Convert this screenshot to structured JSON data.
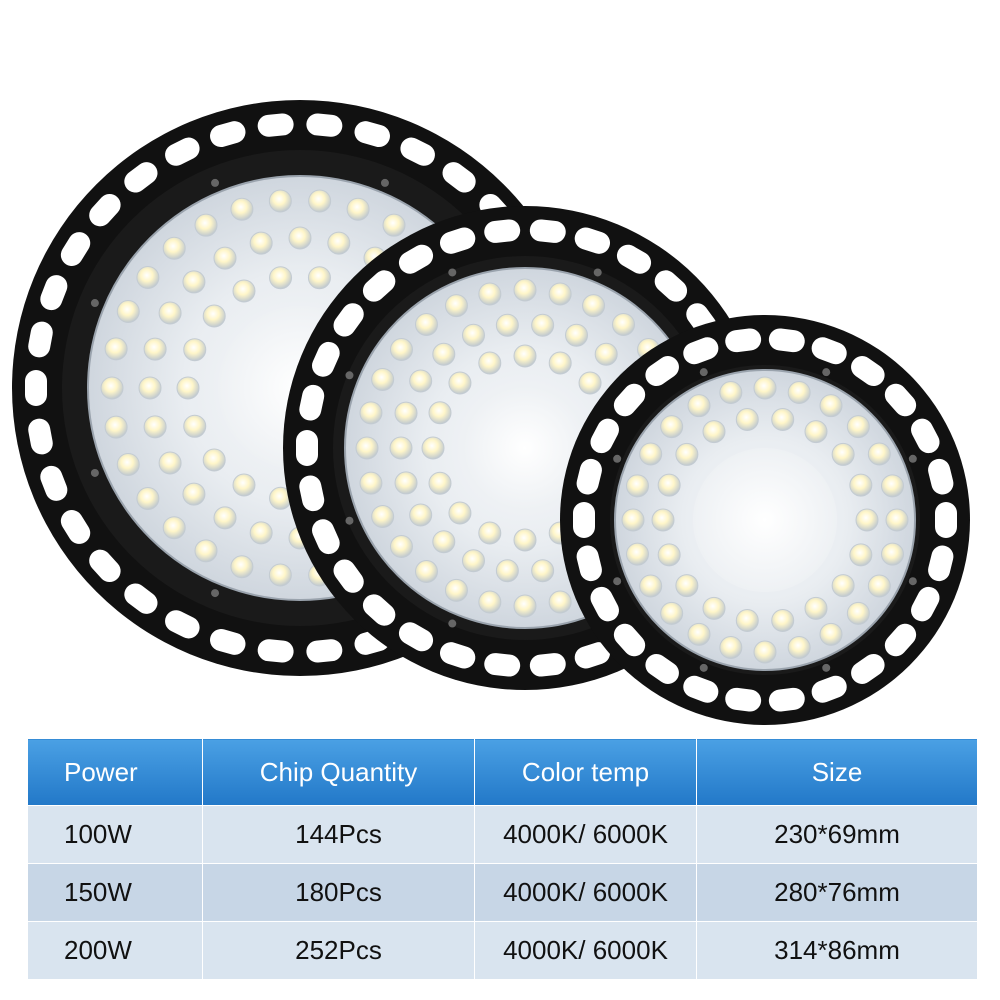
{
  "spec_table": {
    "headers": [
      "Power",
      "Chip Quantity",
      "Color temp",
      "Size"
    ],
    "rows": [
      [
        "100W",
        "144Pcs",
        "4000K/ 6000K",
        "230*69mm"
      ],
      [
        "150W",
        "180Pcs",
        "4000K/ 6000K",
        "280*76mm"
      ],
      [
        "200W",
        "252Pcs",
        "4000K/ 6000K",
        "314*86mm"
      ]
    ]
  },
  "products": [
    {
      "name": "large-ufo-high-bay-light",
      "ring_color": "#111111",
      "lens_color": "#eef1f4",
      "led_color": "#fff8d8"
    },
    {
      "name": "medium-ufo-high-bay-light",
      "ring_color": "#111111",
      "lens_color": "#eef1f4",
      "led_color": "#fff8d8"
    },
    {
      "name": "small-ufo-high-bay-light",
      "ring_color": "#111111",
      "lens_color": "#eef1f4",
      "led_color": "#fff8d8"
    }
  ],
  "colors": {
    "header_bg": "#2e88d6",
    "row_light": "#d9e4ef",
    "row_dark": "#c7d6e6",
    "header_text": "#ffffff"
  }
}
